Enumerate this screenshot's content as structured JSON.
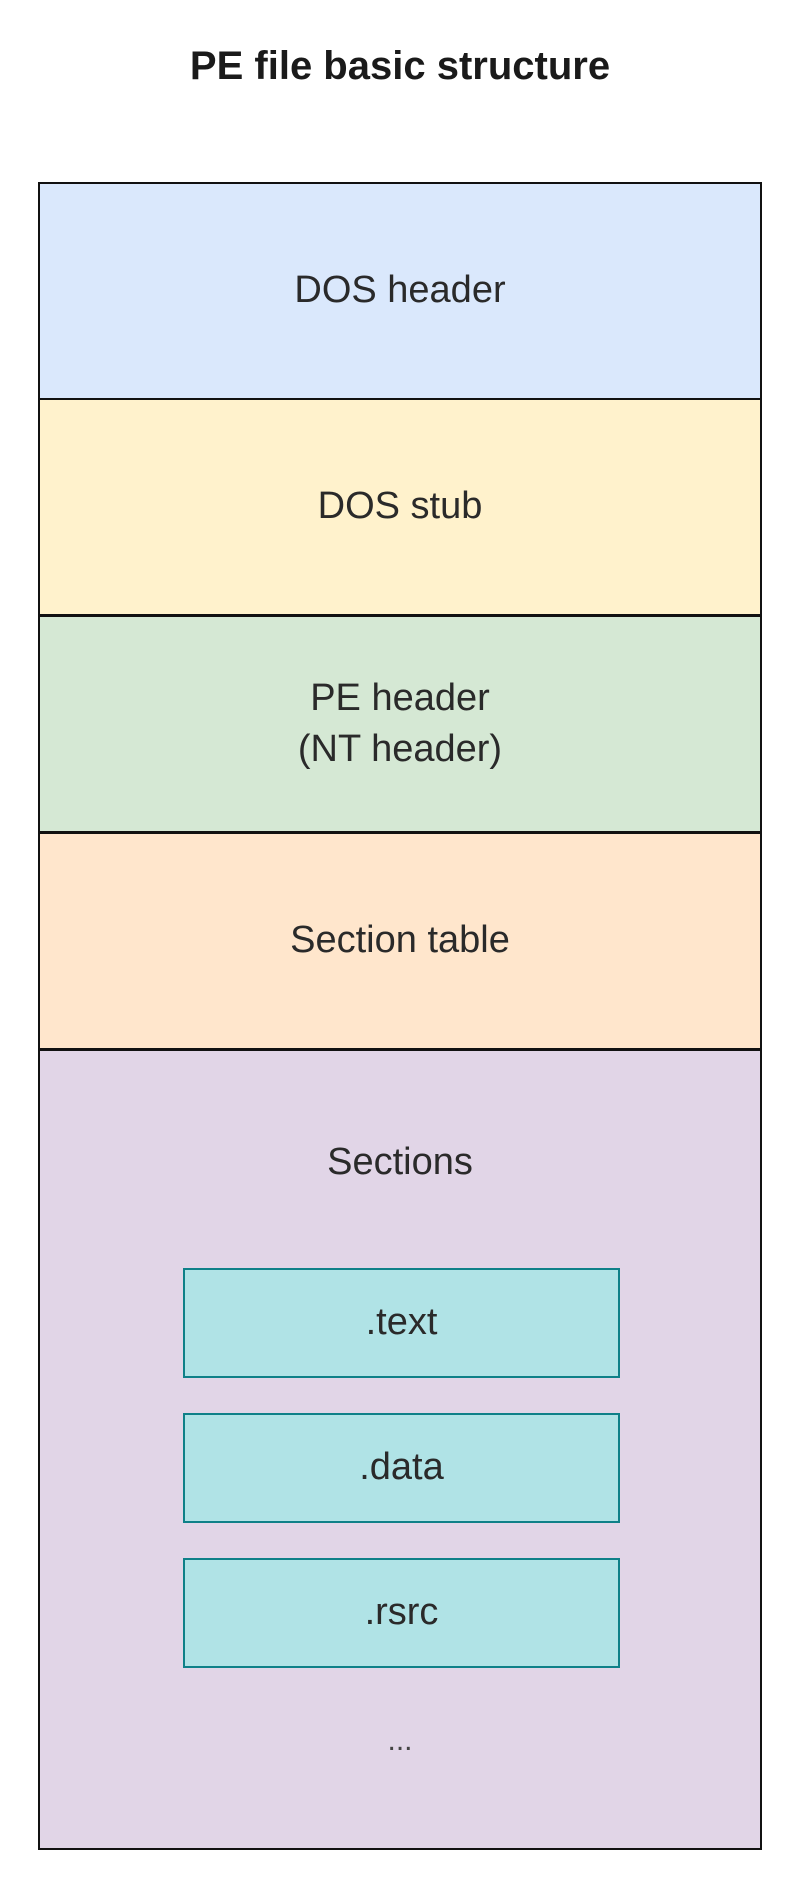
{
  "title": "PE file basic structure",
  "colors": {
    "dos_header_fill": "#dae8fc",
    "dos_stub_fill": "#fff2cc",
    "pe_header_fill": "#d5e8d4",
    "section_table_fill": "#ffe6cc",
    "sections_fill": "#e1d5e7",
    "subsection_fill": "#b0e3e6",
    "subsection_border": "#0e8088",
    "block_border": "#111111"
  },
  "blocks": [
    {
      "label": "DOS header"
    },
    {
      "label": "DOS stub"
    },
    {
      "label": "PE header\n(NT header)"
    },
    {
      "label": "Section table"
    }
  ],
  "sections": {
    "label": "Sections",
    "items": [
      {
        "label": ".text"
      },
      {
        "label": ".data"
      },
      {
        "label": ".rsrc"
      }
    ],
    "ellipsis": "..."
  }
}
